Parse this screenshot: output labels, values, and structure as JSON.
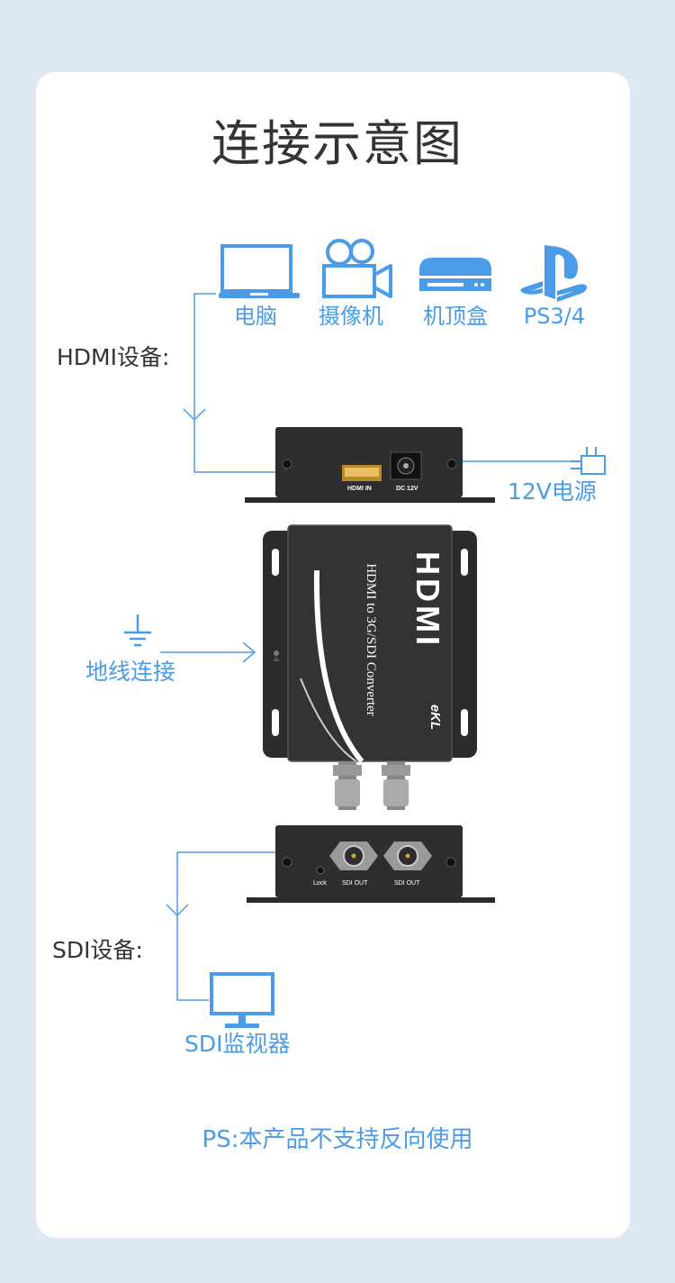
{
  "title": "连接示意图",
  "hdmi_devices": {
    "label": "HDMI设备:",
    "items": [
      {
        "label": "电脑",
        "icon": "laptop-icon"
      },
      {
        "label": "摄像机",
        "icon": "video-camera-icon"
      },
      {
        "label": "机顶盒",
        "icon": "set-top-box-icon"
      },
      {
        "label": "PS3/4",
        "icon": "playstation-icon"
      }
    ]
  },
  "input_panel": {
    "hdmi_port": "HDMI IN",
    "dc_port": "DC 12V"
  },
  "power": {
    "label": "12V电源",
    "icon": "power-adapter-icon"
  },
  "converter": {
    "brand_logo": "HDMI",
    "model_text": "HDMI to 3G/SDI Converter",
    "maker_logo": "eKL"
  },
  "ground": {
    "label": "地线连接",
    "icon": "ground-icon"
  },
  "output_panel": {
    "lock": "Lock",
    "sdi_out_1": "SDI OUT",
    "sdi_out_2": "SDI OUT"
  },
  "sdi_devices": {
    "label": "SDI设备:",
    "monitor": {
      "label": "SDI监视器",
      "icon": "monitor-icon"
    }
  },
  "note": "PS:本产品不支持反向使用",
  "colors": {
    "accent": "#4a9ce8",
    "device": "#2b2b2b",
    "background": "#dfe9f4"
  }
}
